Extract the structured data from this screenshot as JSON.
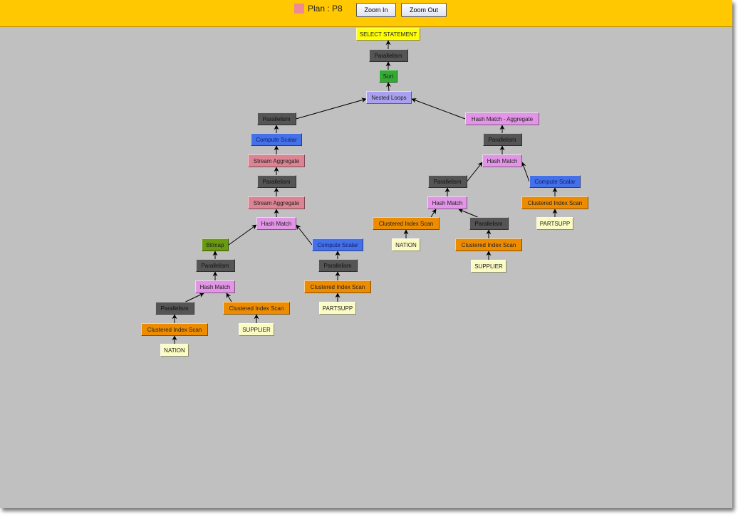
{
  "header": {
    "plan_label": "Plan : P8",
    "legend_color": "#ee8a96",
    "zoom_in_label": "Zoom In",
    "zoom_out_label": "Zoom Out"
  },
  "node_colors": {
    "select": "#ffff00",
    "parallelism": "#555555",
    "sort": "#33aa33",
    "nested_loops": "#aaa0f0",
    "compute_scalar": "#4470e8",
    "stream_aggregate": "#dc8494",
    "hash_match": "#e295e6",
    "bitmap": "#6a9a10",
    "clustered_index_scan": "#ee8c00",
    "table": "#fbfbc4"
  },
  "plan": {
    "nodes": [
      {
        "id": 1,
        "label": "SELECT STATEMENT",
        "type": "select",
        "parent": null
      },
      {
        "id": 2,
        "label": "Parallelism",
        "type": "parallelism",
        "parent": 1
      },
      {
        "id": 3,
        "label": "Sort",
        "type": "sort",
        "parent": 2
      },
      {
        "id": 4,
        "label": "Nested Loops",
        "type": "nested_loops",
        "parent": 3
      },
      {
        "id": 5,
        "label": "Parallelism",
        "type": "parallelism",
        "parent": 4
      },
      {
        "id": 6,
        "label": "Compute Scalar",
        "type": "compute_scalar",
        "parent": 5
      },
      {
        "id": 7,
        "label": "Stream Aggregate",
        "type": "stream_aggregate",
        "parent": 6
      },
      {
        "id": 8,
        "label": "Parallelism",
        "type": "parallelism",
        "parent": 7
      },
      {
        "id": 9,
        "label": "Stream Aggregate",
        "type": "stream_aggregate",
        "parent": 8
      },
      {
        "id": 10,
        "label": "Hash Match",
        "type": "hash_match",
        "parent": 9
      },
      {
        "id": 11,
        "label": "Bitmap",
        "type": "bitmap",
        "parent": 10
      },
      {
        "id": 12,
        "label": "Compute Scalar",
        "type": "compute_scalar",
        "parent": 10
      },
      {
        "id": 13,
        "label": "Parallelism",
        "type": "parallelism",
        "parent": 11
      },
      {
        "id": 14,
        "label": "Parallelism",
        "type": "parallelism",
        "parent": 12
      },
      {
        "id": 15,
        "label": "Hash Match",
        "type": "hash_match",
        "parent": 13
      },
      {
        "id": 16,
        "label": "Clustered Index Scan",
        "type": "clustered_index_scan",
        "parent": 14
      },
      {
        "id": 17,
        "label": "Parallelism",
        "type": "parallelism",
        "parent": 15
      },
      {
        "id": 18,
        "label": "Clustered Index Scan",
        "type": "clustered_index_scan",
        "parent": 15
      },
      {
        "id": 19,
        "label": "PARTSUPP",
        "type": "table",
        "parent": 16
      },
      {
        "id": 20,
        "label": "Clustered Index Scan",
        "type": "clustered_index_scan",
        "parent": 17
      },
      {
        "id": 21,
        "label": "SUPPLIER",
        "type": "table",
        "parent": 18
      },
      {
        "id": 22,
        "label": "NATION",
        "type": "table",
        "parent": 20
      },
      {
        "id": 23,
        "label": "Hash Match - Aggregate",
        "type": "hash_match",
        "parent": 4
      },
      {
        "id": 24,
        "label": "Parallelism",
        "type": "parallelism",
        "parent": 23
      },
      {
        "id": 25,
        "label": "Hash Match",
        "type": "hash_match",
        "parent": 24
      },
      {
        "id": 26,
        "label": "Parallelism",
        "type": "parallelism",
        "parent": 25
      },
      {
        "id": 27,
        "label": "Compute Scalar",
        "type": "compute_scalar",
        "parent": 25
      },
      {
        "id": 28,
        "label": "Hash Match",
        "type": "hash_match",
        "parent": 26
      },
      {
        "id": 29,
        "label": "Clustered Index Scan",
        "type": "clustered_index_scan",
        "parent": 27
      },
      {
        "id": 30,
        "label": "Clustered Index Scan",
        "type": "clustered_index_scan",
        "parent": 28
      },
      {
        "id": 31,
        "label": "Parallelism",
        "type": "parallelism",
        "parent": 28
      },
      {
        "id": 32,
        "label": "PARTSUPP",
        "type": "table",
        "parent": 29
      },
      {
        "id": 33,
        "label": "NATION",
        "type": "table",
        "parent": 30
      },
      {
        "id": 34,
        "label": "Clustered Index Scan",
        "type": "clustered_index_scan",
        "parent": 31
      },
      {
        "id": 35,
        "label": "SUPPLIER",
        "type": "table",
        "parent": 34
      }
    ]
  }
}
